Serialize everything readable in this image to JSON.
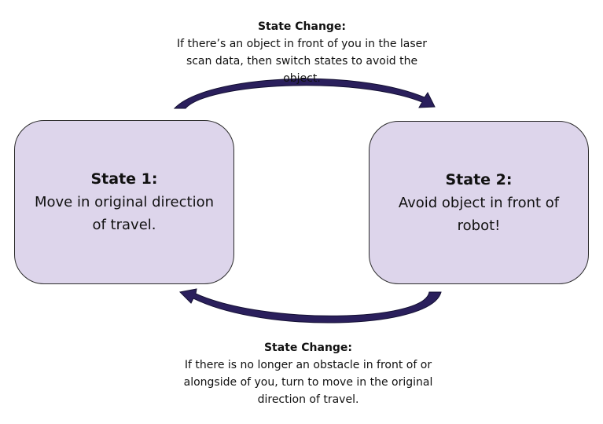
{
  "states": [
    {
      "title": "State 1:",
      "description": "Move in original direction of travel."
    },
    {
      "title": "State 2:",
      "description": "Avoid object in front of robot!"
    }
  ],
  "transitions": [
    {
      "title": "State Change:",
      "description": "If there’s an object in front of you in the laser scan data, then switch states to avoid the object."
    },
    {
      "title": "State Change:",
      "description": "If there is no longer an obstacle in front of or alongside of you, turn to move in the original direction of travel."
    }
  ],
  "colors": {
    "box_fill": "#ddd5eb",
    "box_border": "#2b2b2b",
    "arrow_fill": "#2a1f5c",
    "arrow_stroke": "#141033"
  }
}
